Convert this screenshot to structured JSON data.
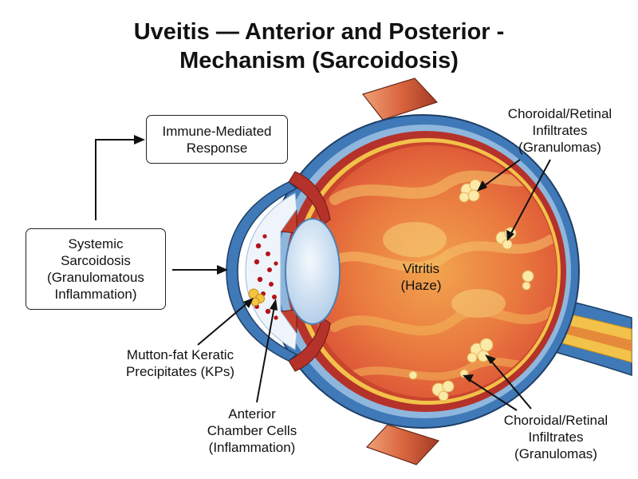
{
  "title": {
    "line1": "Uveitis — Anterior and Posterior -",
    "line2": "Mechanism (Sarcoidosis)"
  },
  "boxes": {
    "immune": {
      "line1": "Immune-Mediated",
      "line2": "Response"
    },
    "systemic": {
      "line1": "Systemic",
      "line2": "Sarcoidosis",
      "line3": "(Granulomatous",
      "line4": "Inflammation)"
    }
  },
  "labels": {
    "choroidal_top": {
      "line1": "Choroidal/Retinal",
      "line2": "Infiltrates",
      "line3": "(Granulomas)"
    },
    "choroidal_bottom": {
      "line1": "Choroidal/Retinal",
      "line2": "Infiltrates",
      "line3": "(Granulomas)"
    },
    "keratic": {
      "line1": "Mutton-fat Keratic",
      "line2": "Precipitates (KPs)"
    },
    "anterior": {
      "line1": "Anterior",
      "line2": "Chamber Cells",
      "line3": "(Inflammation)"
    },
    "vitritis": {
      "line1": "Vitritis",
      "line2": "(Haze)"
    }
  },
  "colors": {
    "sclera": "#3f79b8",
    "sclera_inner": "#8fb6dc",
    "choroid": "#b5322a",
    "retina_yellow": "#f2c24a",
    "vitreous": "#e2603d",
    "vitreous_haze": "#f2a44e",
    "lens": "#dcebf7",
    "granuloma": "#fbe9a8",
    "inflammatory_cell": "#b3121a",
    "muscle": "#d9663f"
  }
}
